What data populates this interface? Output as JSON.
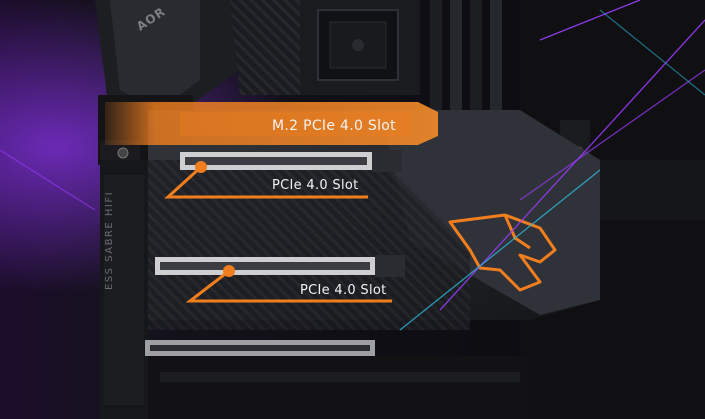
{
  "callouts": {
    "m2_label": "M.2 PCIe 4.0 Slot",
    "pcie_upper_label": "PCIe 4.0 Slot",
    "pcie_lower_label": "PCIe 4.0 Slot"
  },
  "board_markings": {
    "logo_fragment": "AOR",
    "audio_brand": "ESS SABRE HIFI"
  },
  "colors": {
    "accent_orange": "#f07e1e",
    "neon_purple": "#9b3cff",
    "neon_cyan": "#2ec2e6",
    "heatsink_dark": "#2a2c31"
  }
}
